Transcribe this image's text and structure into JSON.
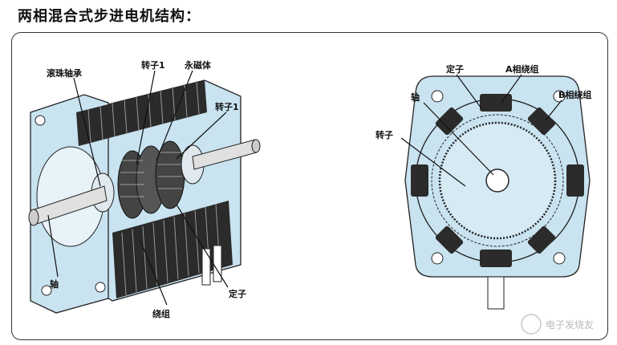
{
  "title": "两相混合式步进电机结构：",
  "labels": {
    "bearing": "滚珠轴承",
    "rotor1_top": "转子1",
    "magnet": "永磁体",
    "rotor1_right": "转子1",
    "shaft_left": "轴",
    "winding": "绕组",
    "stator_left": "定子",
    "stator_right": "定子",
    "phaseA": "A相绕组",
    "phaseB": "B相绕组",
    "shaft_right": "轴",
    "rotor_right": "转子"
  },
  "watermark": "电子发烧友",
  "colors": {
    "body": "#c9e3f0",
    "outline": "#222222",
    "coil": "#2b2b2b"
  }
}
